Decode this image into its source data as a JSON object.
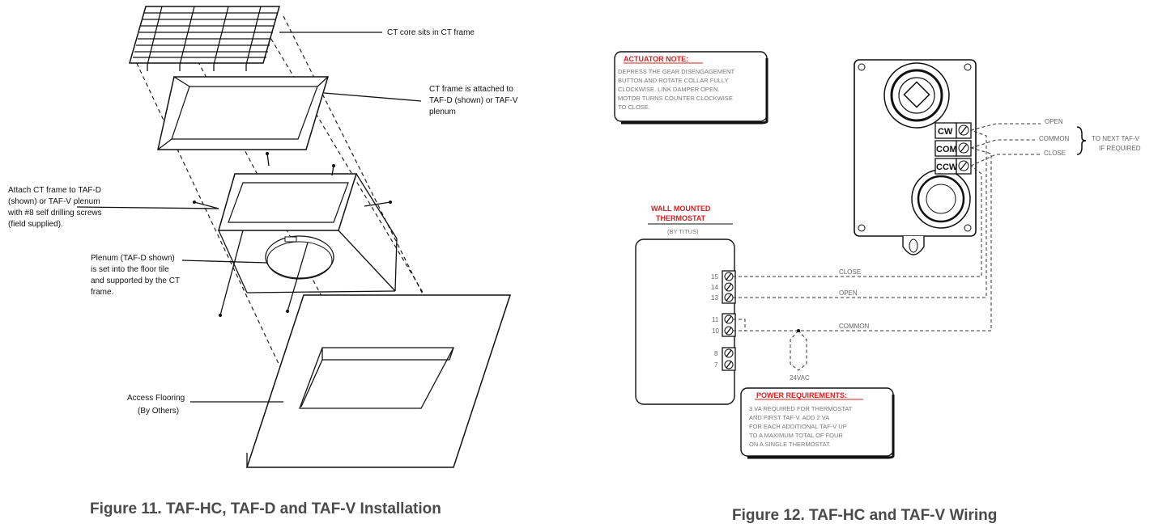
{
  "figure11": {
    "caption": "Figure 11. TAF-HC, TAF-D and TAF-V Installation",
    "labels": {
      "ct_core": "CT core sits in CT frame",
      "ct_frame_1": "CT frame is attached to",
      "ct_frame_2": "TAF-D (shown) or TAF-V",
      "ct_frame_3": "plenum",
      "attach_1": "Attach CT frame to TAF-D",
      "attach_2": "(shown) or TAF-V plenum",
      "attach_3": "with #8 self drilling screws",
      "attach_4": "(field supplied).",
      "plenum_1": "Plenum (TAF-D shown)",
      "plenum_2": "is set into the floor tile",
      "plenum_3": "and supported by the CT",
      "plenum_4": "frame.",
      "floor_1": "Access Flooring",
      "floor_2": "(By Others)"
    }
  },
  "figure12": {
    "caption": "Figure 12. TAF-HC and TAF-V Wiring",
    "actuator_note": {
      "title": "ACTUATOR NOTE:",
      "line1": "DEPRESS THE GEAR DISENGAGEMENT",
      "line2": "BUTTON AND ROTATE COLLAR FULLY",
      "line3": "CLOCKWISE. LINK DAMPER OPEN.",
      "line4": "MOTOR TURNS COUNTER CLOCKWISE",
      "line5": "TO CLOSE."
    },
    "thermostat": {
      "title1": "WALL MOUNTED",
      "title2": "THERMOSTAT",
      "by": "(BY TITUS)",
      "terminals": [
        "15",
        "14",
        "13",
        "11",
        "10",
        "8",
        "7"
      ]
    },
    "actuator_terminals": [
      "CW",
      "COM",
      "CCW"
    ],
    "wire_labels": {
      "open": "OPEN",
      "common": "COMMON",
      "close": "CLOSE",
      "next1": "TO NEXT TAF-V",
      "next2": "IF REQUIRED",
      "close_main": "CLOSE",
      "open_main": "OPEN",
      "common_main": "COMMON",
      "vac": "24VAC"
    },
    "power": {
      "title": "POWER REQUIREMENTS:",
      "line1": "3 VA REQUIRED FOR THERMOSTAT",
      "line2": "AND FIRST TAF-V. ADD 2 VA",
      "line3": "FOR EACH ADDITIONAL TAF-V UP",
      "line4": "TO A MAXIMUM TOTAL OF FOUR",
      "line5": "ON A SINGLE THERMOSTAT."
    }
  },
  "colors": {
    "note_title": "#d42020",
    "caption": "#4a4a4a",
    "line": "#111111"
  }
}
